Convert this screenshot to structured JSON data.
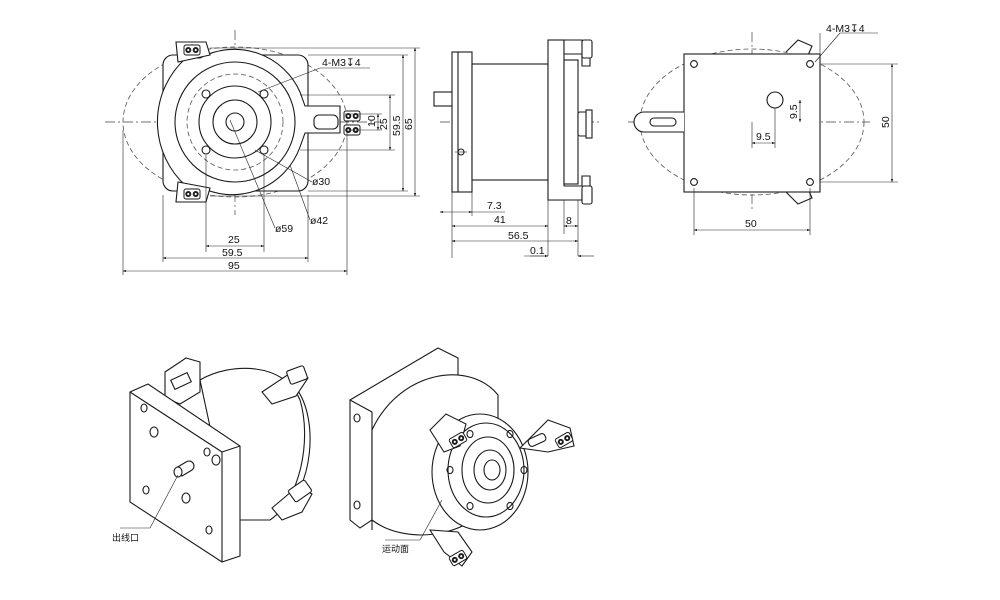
{
  "front_view": {
    "thread_note": "4-M3↧4",
    "dims": {
      "d25h": "25",
      "d59_5h": "59.5",
      "d95": "95",
      "d10v": "10",
      "d25v": "25",
      "d59_5v": "59.5",
      "d65": "65",
      "phi30": "ø30",
      "phi42": "ø42",
      "phi59": "ø59"
    }
  },
  "side_view": {
    "dims": {
      "d7_3": "7.3",
      "d41": "41",
      "d56_5": "56.5",
      "d8": "8",
      "d0_1": "0.1"
    }
  },
  "rear_view": {
    "thread_note": "4-M3↧4",
    "dims": {
      "d9_5v": "9.5",
      "d9_5h": "9.5",
      "d50v": "50",
      "d50h": "50"
    }
  },
  "iso_views": {
    "left_label": "出线口",
    "right_label": "运动面"
  }
}
